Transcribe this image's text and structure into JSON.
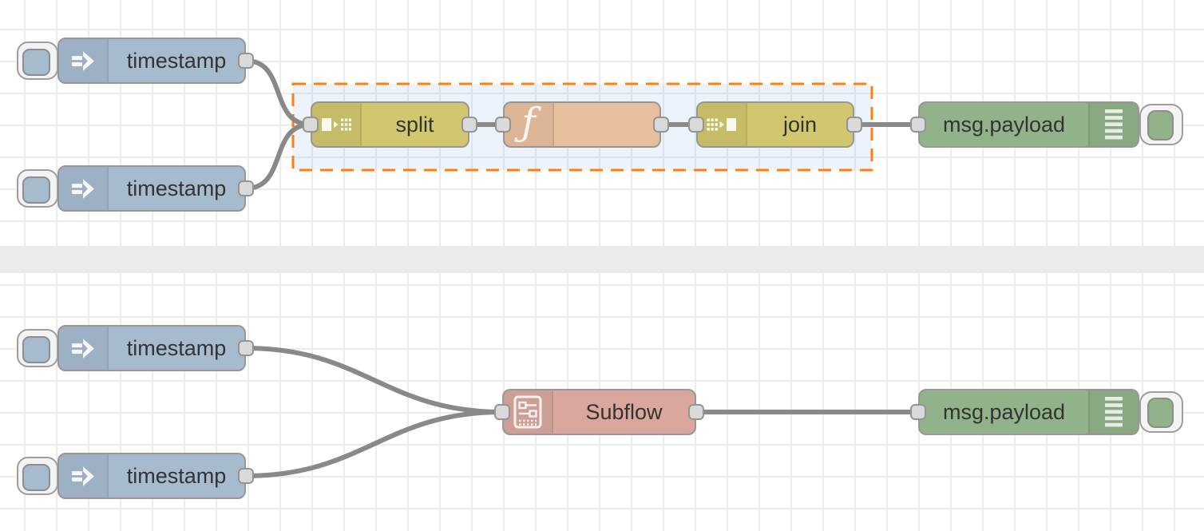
{
  "app": {
    "name": "Node-RED flow editor workspace"
  },
  "nodes": {
    "top_inject_1": {
      "label": "timestamp",
      "type": "inject"
    },
    "top_inject_2": {
      "label": "timestamp",
      "type": "inject"
    },
    "split": {
      "label": "split",
      "type": "split"
    },
    "function": {
      "label": "",
      "type": "function"
    },
    "join": {
      "label": "join",
      "type": "join"
    },
    "top_debug": {
      "label": "msg.payload",
      "type": "debug"
    },
    "bottom_inject_1": {
      "label": "timestamp",
      "type": "inject"
    },
    "bottom_inject_2": {
      "label": "timestamp",
      "type": "inject"
    },
    "subflow": {
      "label": "Subflow",
      "type": "subflow"
    },
    "bottom_debug": {
      "label": "msg.payload",
      "type": "debug"
    }
  },
  "icons": {
    "function_glyph": "ƒ",
    "inject": "inject-arrow-icon",
    "split": "split-icon",
    "join": "join-icon",
    "debug": "debug-lines-icon",
    "subflow": "subflow-icon"
  },
  "selection": {
    "contains": [
      "split",
      "function",
      "join"
    ],
    "style": "dashed"
  },
  "colors": {
    "canvas_background": "#ffffff",
    "grid_line": "#ececec",
    "section_divider": "#ececec",
    "wire": "#898989",
    "node_border": "#979797",
    "label_text": "#333333",
    "inject_node": "#a7bbcf",
    "split_join_node": "#d1c76e",
    "function_node": "#e7bf9d",
    "debug_node": "#92b289",
    "subflow_node": "#d9a79e",
    "port_fill": "#d9d9d9",
    "selection_border": "#ff7f0e",
    "selection_fill": "#ebf1fb"
  }
}
